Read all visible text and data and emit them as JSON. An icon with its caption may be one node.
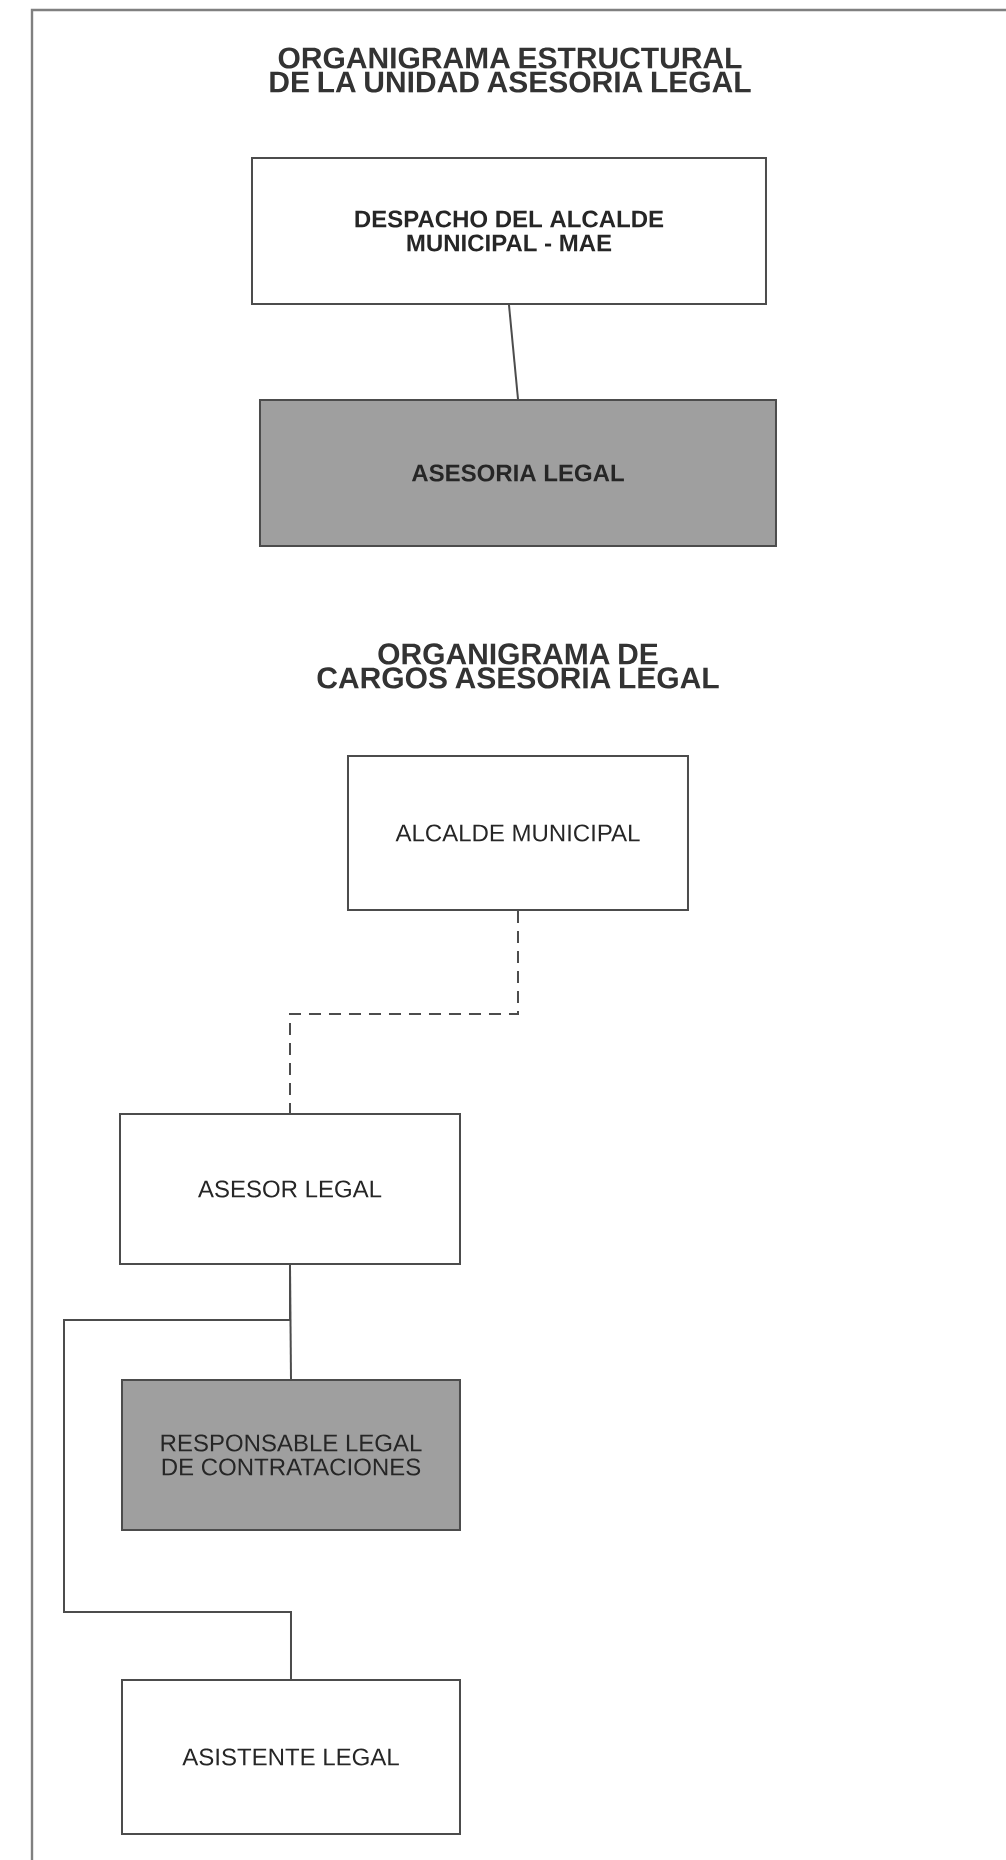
{
  "diagram": {
    "title": "ORGANIGRAMA ESTRUCTURAL DE LA UNIDAD ASESORIA LEGAL",
    "nodes": [
      {
        "text": [
          "DESPACHO DEL ALCALDE MUNICIPAL - MAE"
        ]
      },
      {
        "text": [
          "ASESORIA LEGAL"
        ]
      },
      {
        "text": [
          "ALCALDE MUNICIPAL"
        ]
      },
      {
        "text": [
          "ASESOR LEGAL"
        ]
      },
      {
        "text": [
          "RESPONSABLE LEGAL DE CONTRATACIONES"
        ]
      },
      {
        "text": [
          "ASISTENTE LEGAL"
        ]
      }
    ],
    "edges": [
      {
        "from": 0,
        "to": 1,
        "arrow": "none"
      },
      {
        "from": 2,
        "to": 3,
        "arrow": "none",
        "style": "dashed"
      },
      {
        "from": 3,
        "to": 4,
        "arrow": "none"
      },
      {
        "from": 3,
        "to": 5,
        "arrow": "none"
      }
    ],
    "labels": [
      "ORGANIGRAMA DE CARGOS ASESORIA LEGAL"
    ]
  }
}
